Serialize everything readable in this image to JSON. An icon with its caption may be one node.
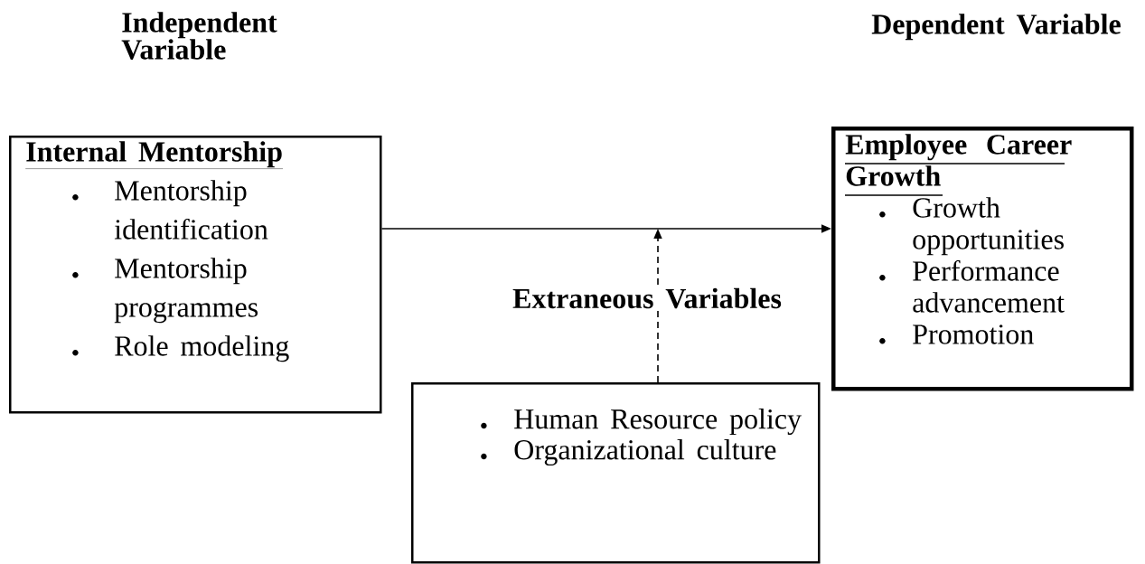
{
  "diagram": {
    "nodes": [
      {
        "text": [
          "Internal Mentorship",
          "Mentorship identification",
          "Mentorship programmes",
          "Role modeling"
        ]
      },
      {
        "text": [
          "Employee Career Growth",
          "Growth opportunities",
          "Performance advancement",
          "Promotion"
        ]
      },
      {
        "text": [
          "Human Resource policy",
          "Organizational culture"
        ]
      }
    ],
    "edges": [
      {
        "from": 0,
        "to": 1,
        "arrow": "to"
      },
      {
        "from": 2,
        "to": null,
        "arrow": "to",
        "style": "dashed"
      }
    ],
    "labels": [
      "Independent Variable",
      "Dependent Variable",
      "Extraneous Variables"
    ]
  }
}
